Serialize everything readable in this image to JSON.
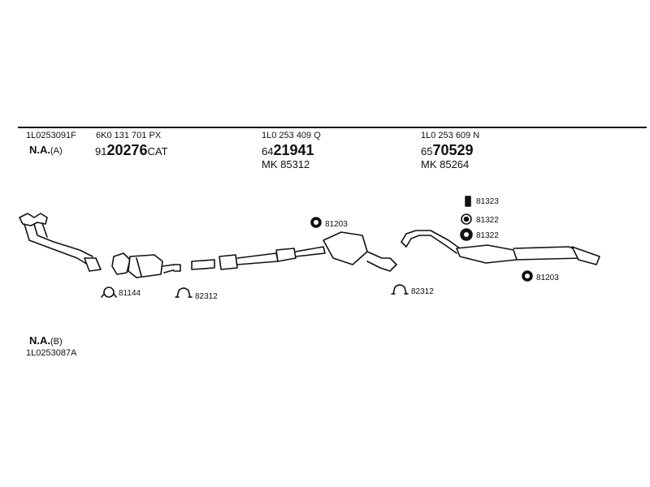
{
  "parts": {
    "col1": {
      "code": "1L0253091F",
      "na_main": "N.A.",
      "na_sub": "(A)"
    },
    "col2": {
      "code": "6K0 131 701 PX",
      "num_prefix": "91",
      "num_main": "20276",
      "num_suffix": "CAT"
    },
    "col3": {
      "code": "1L0 253 409 Q",
      "num_prefix": "64",
      "num_main": "21941",
      "mk": "MK  85312"
    },
    "col4": {
      "code": "1L0 253 609 N",
      "num_prefix": "65",
      "num_main": "70529",
      "mk": "MK  85264"
    },
    "bottom": {
      "na_main": "N.A.",
      "na_sub": "(B)",
      "code": "1L0253087A"
    }
  },
  "refs": {
    "r81144": "81144",
    "r82312a": "82312",
    "r81203a": "81203",
    "r82312b": "82312",
    "r81323": "81323",
    "r81322a": "81322",
    "r81322b": "81322",
    "r81203b": "81203"
  },
  "colors": {
    "ink": "#111111",
    "background": "#ffffff"
  },
  "icons": [
    "clamp-icon",
    "gasket-ring-icon",
    "rubber-mount-icon",
    "bolt-icon"
  ]
}
